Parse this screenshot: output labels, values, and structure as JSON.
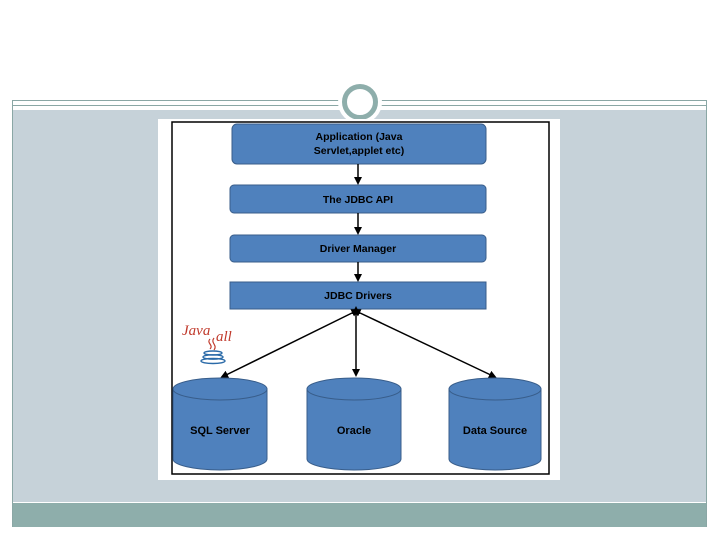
{
  "diagram": {
    "boxes": {
      "application_line1": "Application (Java",
      "application_line2": "Servlet,applet etc)",
      "jdbc_api": "The JDBC API",
      "driver_manager": "Driver Manager",
      "jdbc_drivers": "JDBC Drivers"
    },
    "databases": {
      "sql_server": "SQL Server",
      "oracle": "Oracle",
      "data_source": "Data Source"
    },
    "logo": {
      "text_left": "Java",
      "text_right": "all",
      "icon": "java-cup-icon"
    }
  },
  "colors": {
    "box_fill": "#4f81bd",
    "box_stroke": "#385d8a",
    "slide_body": "#c6d2d9",
    "slide_footer": "#8eaeab",
    "accent_ring": "#8eaeab"
  }
}
